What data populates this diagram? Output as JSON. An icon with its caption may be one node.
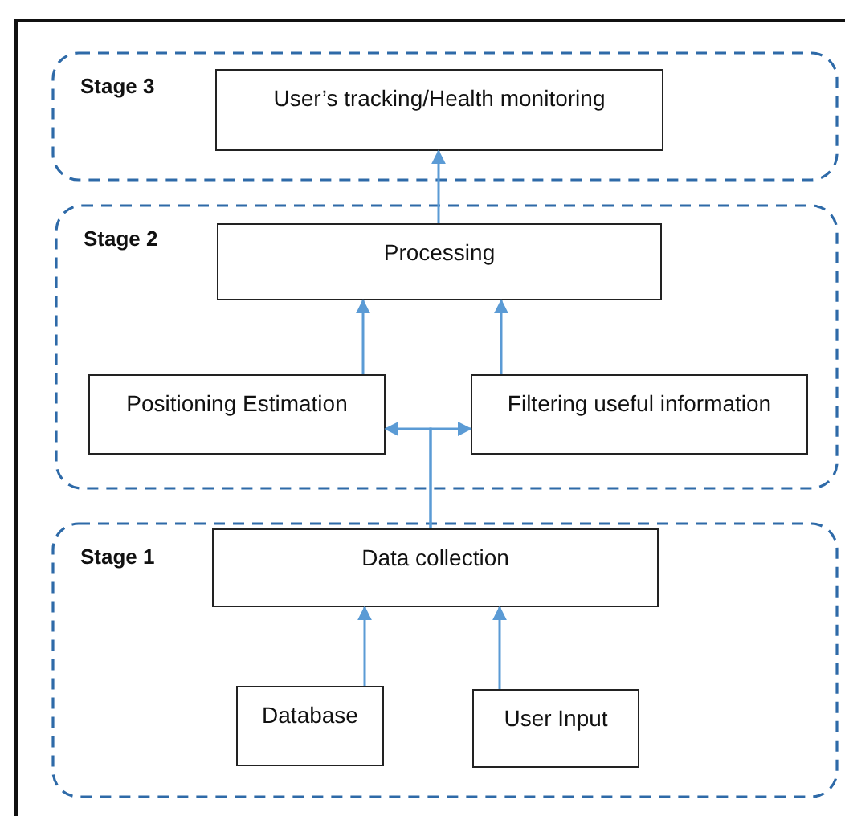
{
  "diagram": {
    "nodes": [
      {
        "text": [
          "Stage 3"
        ]
      },
      {
        "text": [
          "User’s tracking/Health monitoring"
        ],
        "in": 0
      },
      {
        "text": [
          "Stage 2"
        ]
      },
      {
        "text": [
          "Processing"
        ],
        "in": 2
      },
      {
        "text": [
          "Positioning Estimation"
        ],
        "in": 2
      },
      {
        "text": [
          "Filtering useful information"
        ],
        "in": 2
      },
      {
        "text": [
          "Stage 1"
        ]
      },
      {
        "text": [
          "Data collection"
        ],
        "in": 6
      },
      {
        "text": [
          "Database"
        ],
        "in": 6
      },
      {
        "text": [
          "User Input"
        ],
        "in": 6
      }
    ],
    "edges": [
      {
        "from": 3,
        "to": 1,
        "arrow": "to"
      },
      {
        "from": 4,
        "to": 3,
        "arrow": "to"
      },
      {
        "from": 5,
        "to": 3,
        "arrow": "to"
      },
      {
        "from": 7,
        "to": 4,
        "arrow": "to"
      },
      {
        "from": 7,
        "to": 5,
        "arrow": "to"
      },
      {
        "from": 8,
        "to": 7,
        "arrow": "to"
      },
      {
        "from": 9,
        "to": 7,
        "arrow": "to"
      }
    ]
  }
}
